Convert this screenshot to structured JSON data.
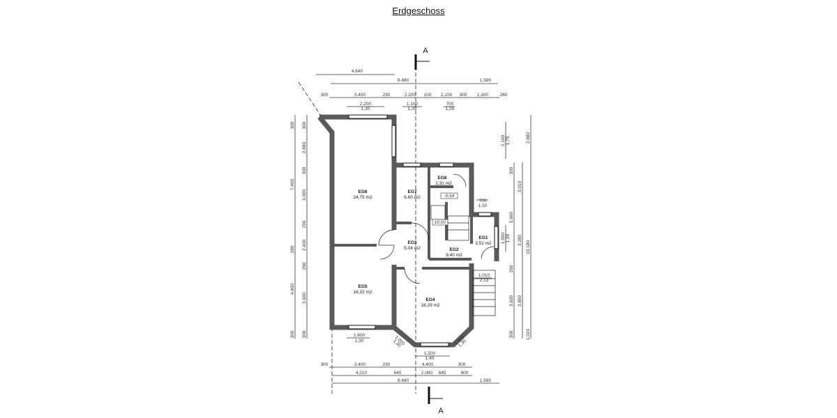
{
  "title": "Erdgeschoss",
  "section": {
    "label": "A"
  },
  "rooms": [
    {
      "id": "EG6",
      "area": "24,75 m2"
    },
    {
      "id": "EG7",
      "area": "6,60 m2"
    },
    {
      "id": "EG8",
      "area": "2,31 m2"
    },
    {
      "id": "EG3",
      "area": "5,04 m2"
    },
    {
      "id": "EG2",
      "area": "9,40 m2"
    },
    {
      "id": "EG1",
      "area": "3,51 m2"
    },
    {
      "id": "EG5",
      "area": "16,32 m2"
    },
    {
      "id": "EG4",
      "area": "18,29 m2"
    }
  ],
  "levels": [
    "-0,54",
    "±0,00"
  ],
  "dims_top": {
    "row1": [
      "4.640"
    ],
    "row2": [
      "8.480",
      "1.580"
    ],
    "row3": [
      "300",
      "3.400",
      "230",
      "2.200",
      "100",
      "2.100",
      "300",
      "1.300",
      "280"
    ],
    "row4": [
      [
        "2.200",
        "1,30"
      ],
      [
        "1.100",
        "1,30"
      ],
      [
        "700",
        "1,00"
      ]
    ]
  },
  "dims_bottom": {
    "openings": [
      [
        "1.600",
        "1,30"
      ],
      [
        "1.500",
        "1,40"
      ],
      [
        "1.000",
        "1,30"
      ],
      [
        "1.000",
        "1,30"
      ]
    ],
    "row1": [
      "300",
      "3.400",
      "230",
      "4.400",
      "300"
    ],
    "row2": [
      "4.210",
      "645",
      "2.080",
      "645",
      "900"
    ],
    "row3": [
      "8.480",
      "1.580"
    ]
  },
  "dims_left": {
    "outer": [
      "300",
      "7.400",
      "280",
      "4.800",
      "300"
    ],
    "inner": [
      "300",
      "2.880",
      "300",
      "3.000",
      "290",
      "2.400",
      "290",
      "3.600",
      "300"
    ]
  },
  "dims_right": {
    "opening_top": [
      "2.100",
      "1,70"
    ],
    "opening_eg1": [
      "1.500",
      "1,50"
    ],
    "opening_eg8": [
      "700",
      "1,50"
    ],
    "stairs": [
      "1.010",
      "2,13"
    ],
    "chain1": [
      "300",
      "5.690",
      "290",
      "3.600",
      "300"
    ],
    "chain2": [
      "3.010",
      "3.280",
      "3.890"
    ],
    "chain3": [
      "2.880",
      "10.180",
      "1.024"
    ]
  }
}
